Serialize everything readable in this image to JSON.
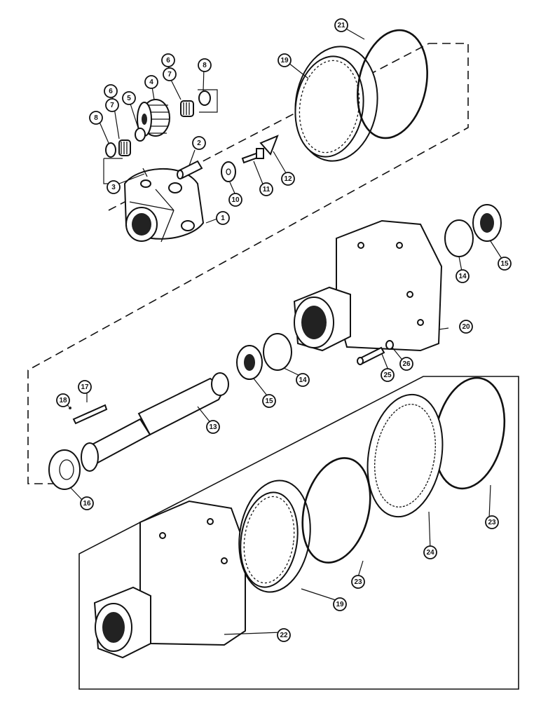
{
  "callouts": [
    {
      "id": "c1",
      "label": "1"
    },
    {
      "id": "c2",
      "label": "2"
    },
    {
      "id": "c3",
      "label": "3"
    },
    {
      "id": "c4",
      "label": "4"
    },
    {
      "id": "c5",
      "label": "5"
    },
    {
      "id": "c6a",
      "label": "6"
    },
    {
      "id": "c6b",
      "label": "6"
    },
    {
      "id": "c7a",
      "label": "7"
    },
    {
      "id": "c7b",
      "label": "7"
    },
    {
      "id": "c8a",
      "label": "8"
    },
    {
      "id": "c8b",
      "label": "8"
    },
    {
      "id": "c10",
      "label": "10"
    },
    {
      "id": "c11",
      "label": "11"
    },
    {
      "id": "c12",
      "label": "12"
    },
    {
      "id": "c13",
      "label": "13"
    },
    {
      "id": "c14a",
      "label": "14"
    },
    {
      "id": "c14b",
      "label": "14"
    },
    {
      "id": "c15a",
      "label": "15"
    },
    {
      "id": "c15b",
      "label": "15"
    },
    {
      "id": "c16",
      "label": "16"
    },
    {
      "id": "c17",
      "label": "17"
    },
    {
      "id": "c18",
      "label": "18"
    },
    {
      "id": "c19a",
      "label": "19"
    },
    {
      "id": "c19b",
      "label": "19"
    },
    {
      "id": "c20",
      "label": "20"
    },
    {
      "id": "c21",
      "label": "21"
    },
    {
      "id": "c22",
      "label": "22"
    },
    {
      "id": "c23a",
      "label": "23"
    },
    {
      "id": "c23b",
      "label": "23"
    },
    {
      "id": "c24",
      "label": "24"
    },
    {
      "id": "c25",
      "label": "25"
    },
    {
      "id": "c26",
      "label": "26"
    }
  ]
}
